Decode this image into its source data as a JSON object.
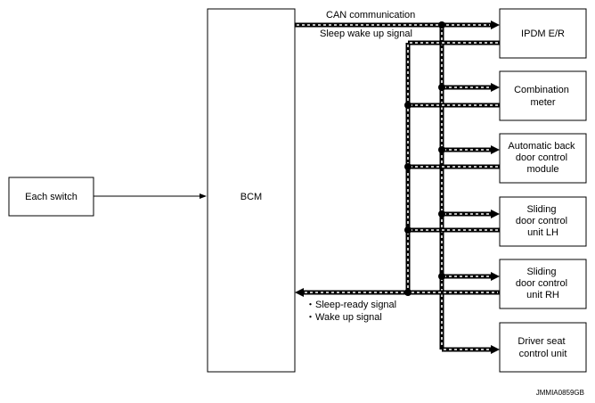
{
  "boxes": {
    "each_switch": "Each switch",
    "bcm": "BCM",
    "ipdm": [
      "IPDM E/R"
    ],
    "combination_meter": [
      "Combination",
      "meter"
    ],
    "auto_back_door": [
      "Automatic back",
      "door control",
      "module"
    ],
    "sliding_lh": [
      "Sliding",
      "door control",
      "unit LH"
    ],
    "sliding_rh": [
      "Sliding",
      "door control",
      "unit RH"
    ],
    "driver_seat": [
      "Driver seat",
      "control unit"
    ]
  },
  "labels": {
    "can_communication": "CAN communication",
    "sleep_wake_up": "Sleep wake up signal",
    "sleep_ready": "・Sleep-ready signal",
    "wake_up": "・Wake up signal"
  },
  "figure_code": "JMMIA0859GB"
}
